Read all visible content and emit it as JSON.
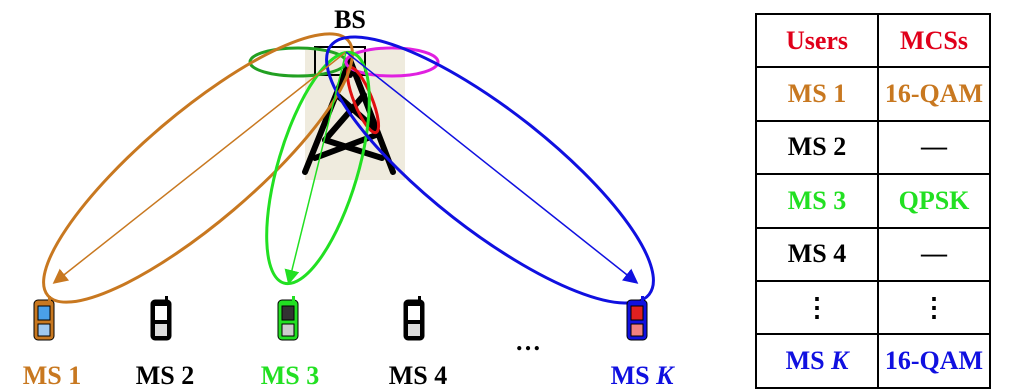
{
  "bs_label": "BS",
  "mobile_stations": [
    {
      "label": "MS 1",
      "color": "#c87820",
      "scheduled": true
    },
    {
      "label": "MS 2",
      "color": "#000000",
      "scheduled": false
    },
    {
      "label": "MS 3",
      "color": "#22e022",
      "scheduled": true
    },
    {
      "label": "MS 4",
      "color": "#000000",
      "scheduled": false
    },
    {
      "label": "MS ",
      "label_k": "K",
      "color": "#1010e0",
      "scheduled": true
    }
  ],
  "ellipsis": "…",
  "beam_colors": {
    "ms1": "#c87820",
    "ms3": "#22e022",
    "msk": "#1010e0",
    "side_green": "#22a022",
    "side_magenta": "#e020e0",
    "side_red": "#e01010"
  },
  "table": {
    "header": {
      "users": "Users",
      "mcs": "MCSs",
      "color": "#e0001a"
    },
    "rows": [
      {
        "user": "MS 1",
        "mcs": "16-QAM",
        "color": "#c87820"
      },
      {
        "user": "MS 2",
        "mcs": "—",
        "color": "#000000"
      },
      {
        "user": "MS 3",
        "mcs": "QPSK",
        "color": "#22e022"
      },
      {
        "user": "MS 4",
        "mcs": "—",
        "color": "#000000"
      },
      {
        "user": "⋮",
        "mcs": "⋮",
        "color": "#000000"
      },
      {
        "user": "MS ",
        "user_k": "K",
        "mcs": "16-QAM",
        "color": "#1010e0"
      }
    ]
  }
}
